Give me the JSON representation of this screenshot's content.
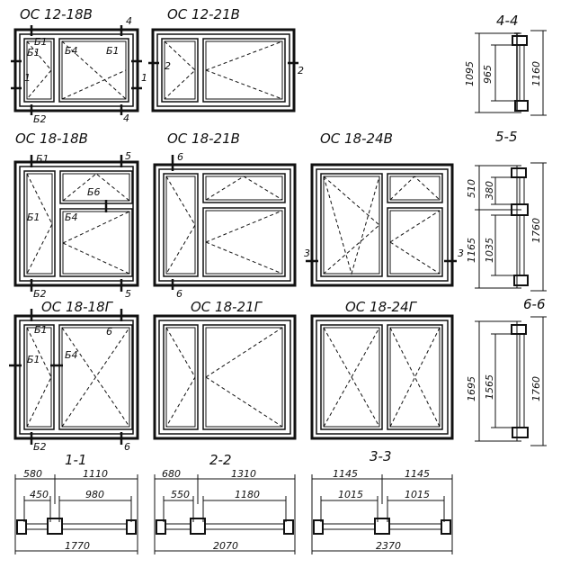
{
  "window_titles": {
    "os12_18v": "ОС 12-18В",
    "os12_21v": "ОС 12-21В",
    "os18_18v": "ОС 18-18В",
    "os18_21v": "ОС 18-21В",
    "os18_24v": "ОС 18-24В",
    "os18_18g": "ОС 18-18Г",
    "os18_21g": "ОС 18-21Г",
    "os18_24g": "ОС 18-24Г"
  },
  "section_titles": {
    "s44": "4-4",
    "s55": "5-5",
    "s66": "6-6",
    "s11": "1-1",
    "s22": "2-2",
    "s33": "3-3"
  },
  "marks": {
    "b1": "Б1",
    "b2": "Б2",
    "b4": "Б4",
    "b6": "Б6",
    "m1": "1",
    "m2": "2",
    "m3": "3",
    "m4": "4",
    "m5": "5",
    "m6": "6"
  },
  "dims_44": {
    "outer": "1160",
    "mid": "1095",
    "inner": "965"
  },
  "dims_55": {
    "total": "1760",
    "top": "510",
    "top_inner": "380",
    "bottom": "1165",
    "bottom_inner": "1035"
  },
  "dims_66": {
    "total": "1760",
    "mid": "1695",
    "inner": "1565"
  },
  "dims_11": {
    "left": "580",
    "right": "1110",
    "left_inner": "450",
    "right_inner": "980",
    "total": "1770"
  },
  "dims_22": {
    "left": "680",
    "right": "1310",
    "left_inner": "550",
    "right_inner": "1180",
    "total": "2070"
  },
  "dims_33": {
    "left": "1145",
    "right": "1145",
    "left_inner": "1015",
    "right_inner": "1015",
    "total": "2370"
  }
}
